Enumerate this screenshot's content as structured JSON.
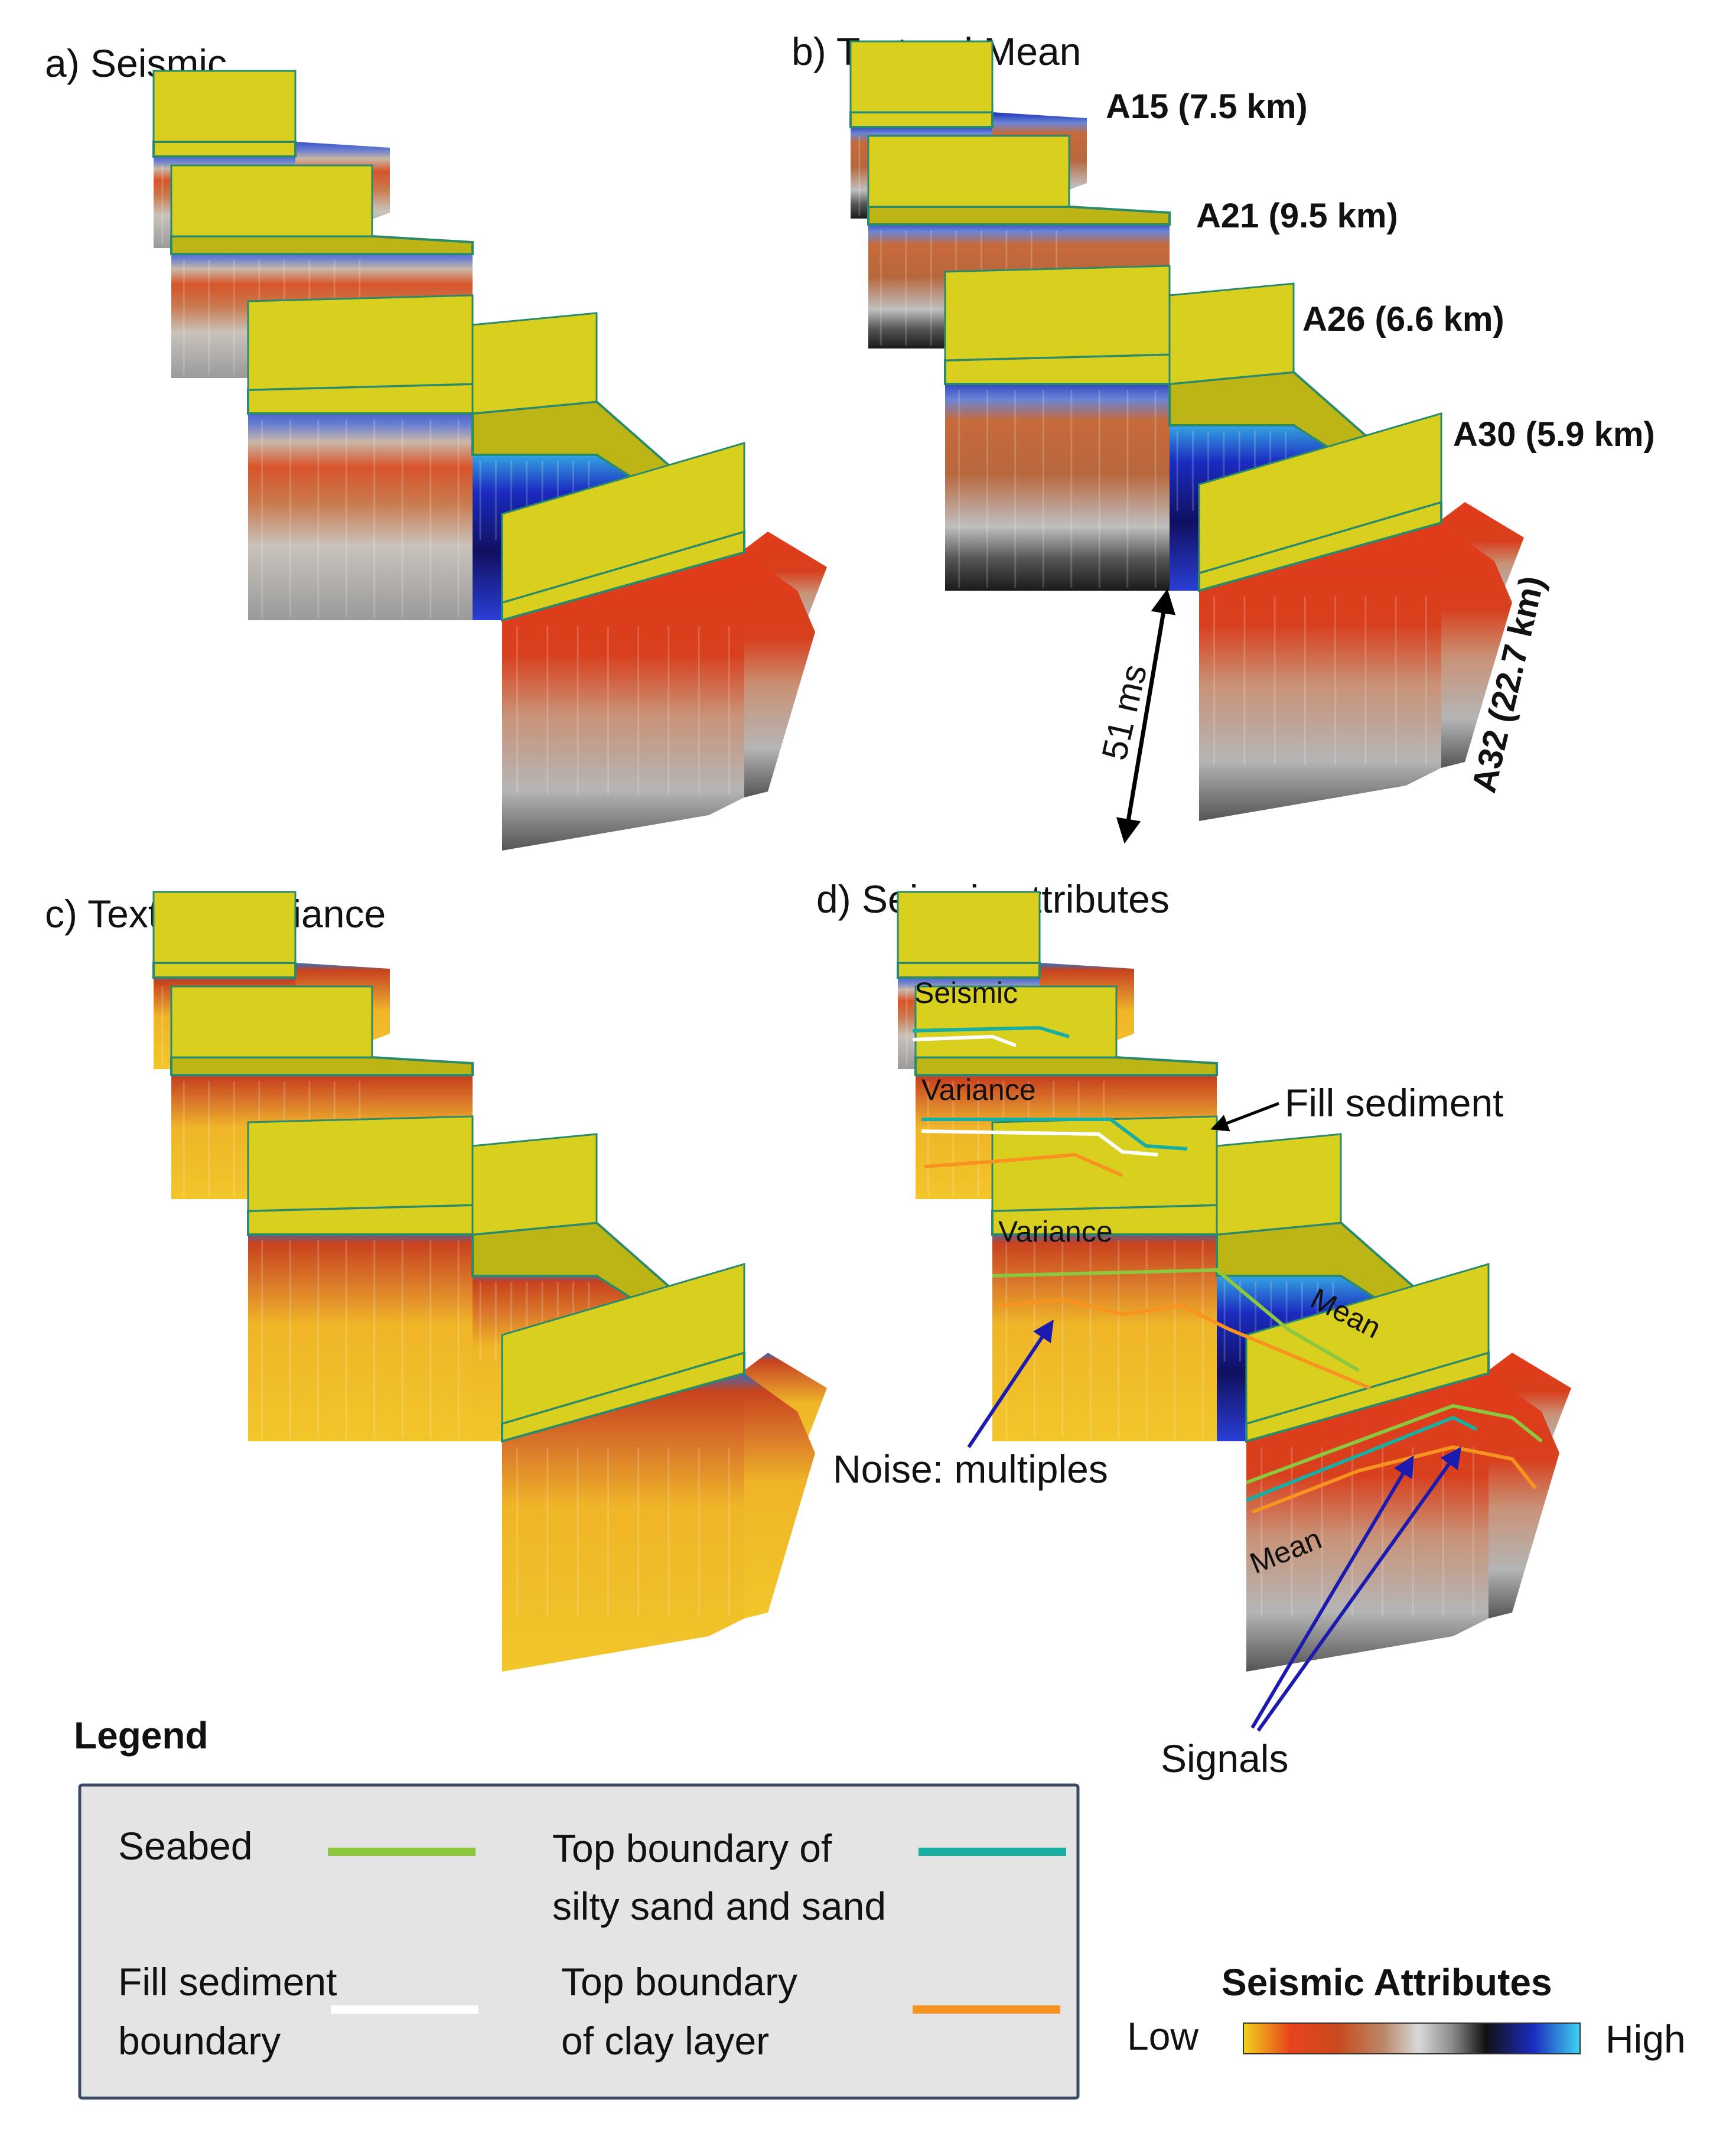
{
  "panels": {
    "a": {
      "title": "a) Seismic"
    },
    "b": {
      "title": "b) Textural Mean"
    },
    "c": {
      "title": "c) Textural Variance"
    },
    "d": {
      "title": "d) Seismic attributes"
    }
  },
  "lines": [
    {
      "id": "A15",
      "label": "A15 (7.5 km)"
    },
    {
      "id": "A21",
      "label": "A21 (9.5 km)"
    },
    {
      "id": "A26",
      "label": "A26 (6.6 km)"
    },
    {
      "id": "A30",
      "label": "A30 (5.9 km)"
    },
    {
      "id": "A32",
      "label": "A32 (22.7 km)"
    }
  ],
  "scale_bar": {
    "label": "51 ms"
  },
  "annotations": {
    "seismic": "Seismic",
    "variance": "Variance",
    "mean": "Mean",
    "fill_sediment": "Fill sediment",
    "noise": "Noise: multiples",
    "signals": "Signals"
  },
  "legend": {
    "title": "Legend",
    "items": {
      "seabed": {
        "line1": "Seabed",
        "line2": "",
        "color": "#8dc63f"
      },
      "top_sand": {
        "line1": "Top boundary of",
        "line2": "silty sand and sand",
        "color": "#1aaea3"
      },
      "fill_sediment": {
        "line1": "Fill sediment",
        "line2": "boundary",
        "color": "#ffffff"
      },
      "top_clay": {
        "line1": "Top boundary",
        "line2": "of clay layer",
        "color": "#f7931e"
      }
    }
  },
  "colorbar": {
    "title": "Seismic Attributes",
    "low": "Low",
    "high": "High",
    "colors": [
      "#f2d21b",
      "#e8431e",
      "#c84a1e",
      "#b98a6a",
      "#d9d9d9",
      "#8c8c8c",
      "#111111",
      "#1a2bbf",
      "#3fd3f0"
    ]
  },
  "colors": {
    "top_face": "#d8cf1e",
    "top_face_dark": "#bdb416",
    "rim": "#2b8a6a"
  }
}
